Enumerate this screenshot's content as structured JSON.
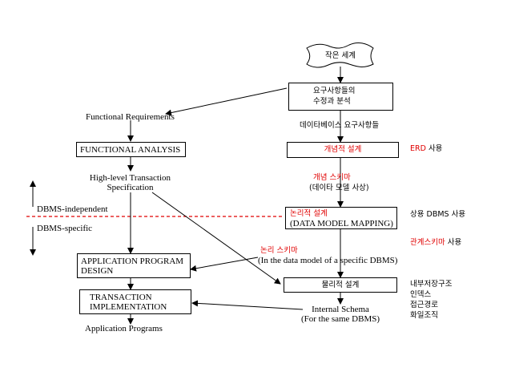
{
  "nodes": {
    "start": "작은 세계",
    "requirements_collection": [
      "요구사항들의",
      "수정과 분석"
    ],
    "functional_requirements": "Functional Requirements",
    "db_requirements": "데이타베이스 요구사항들",
    "functional_analysis": "FUNCTIONAL ANALYSIS",
    "conceptual_design": "개념적 설계",
    "erd_usage_highlight": "ERD",
    "erd_usage_suffix": " 사용",
    "high_level_spec": [
      "High-level Transaction",
      "Specification"
    ],
    "conceptual_schema": "개념 스키마",
    "conceptual_schema_note": "(데이타 모델 사상)",
    "dbms_independent": "DBMS-independent",
    "dbms_specific": "DBMS-specific",
    "logical_design": "논리적 설계",
    "data_model_mapping": "(DATA MODEL MAPPING)",
    "commercial_dbms_usage": "상용 DBMS 사용",
    "relational_schema_highlight": "관계스키마",
    "relational_schema_suffix": " 사용",
    "logical_schema": "논리 스키마",
    "logical_schema_note": "(In the data model of a specific DBMS)",
    "application_program_design": [
      "APPLICATION PROGRAM",
      "DESIGN"
    ],
    "physical_design": "물리적 설계",
    "physical_notes": [
      "내부저장구조",
      "인덱스",
      "접근경로",
      "화일조직"
    ],
    "transaction_implementation": [
      "TRANSACTION",
      "IMPLEMENTATION"
    ],
    "internal_schema": [
      "Internal Schema",
      "(For the same DBMS)"
    ],
    "application_programs": "Application Programs"
  },
  "colors": {
    "highlight": "#e00000",
    "line": "#000000",
    "divider": "#e00000"
  }
}
